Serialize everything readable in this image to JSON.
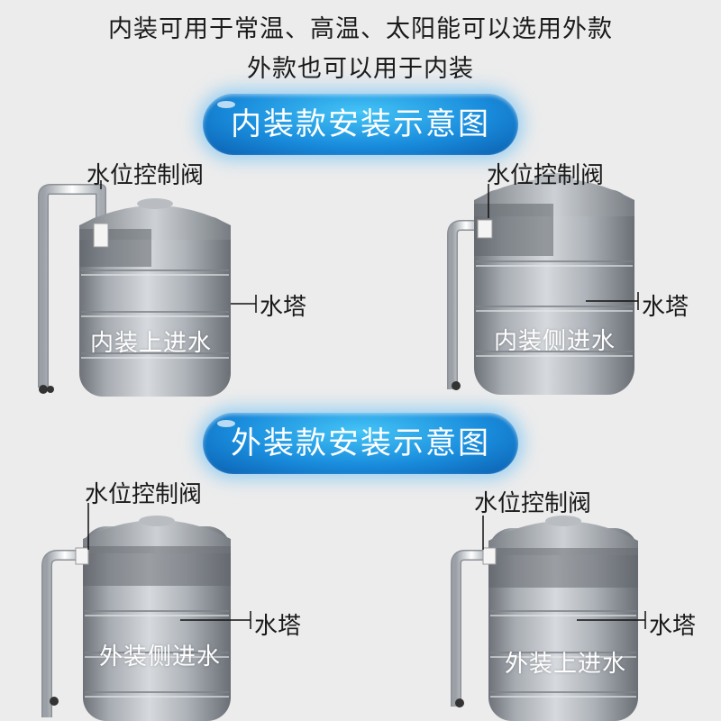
{
  "header": {
    "line1": "内装可用于常温、高温、太阳能可以选用外款",
    "line2": "外款也可以用于内装"
  },
  "sections": {
    "inner_title": "内装款安装示意图",
    "outer_title": "外装款安装示意图"
  },
  "panels": [
    {
      "valve_label": "水位控制阀",
      "tower_label": "水塔",
      "overlay_text": "内装上进水"
    },
    {
      "valve_label": "水位控制阀",
      "tower_label": "水塔",
      "overlay_text": "内装侧进水"
    },
    {
      "valve_label": "水位控制阀",
      "tower_label": "水塔",
      "overlay_text": "外装侧进水"
    },
    {
      "valve_label": "水位控制阀",
      "tower_label": "水塔",
      "overlay_text": "外装上进水"
    }
  ],
  "colors": {
    "pill": "#1a8ddd",
    "tank": "#9a9fa6",
    "background": "#ececec"
  }
}
